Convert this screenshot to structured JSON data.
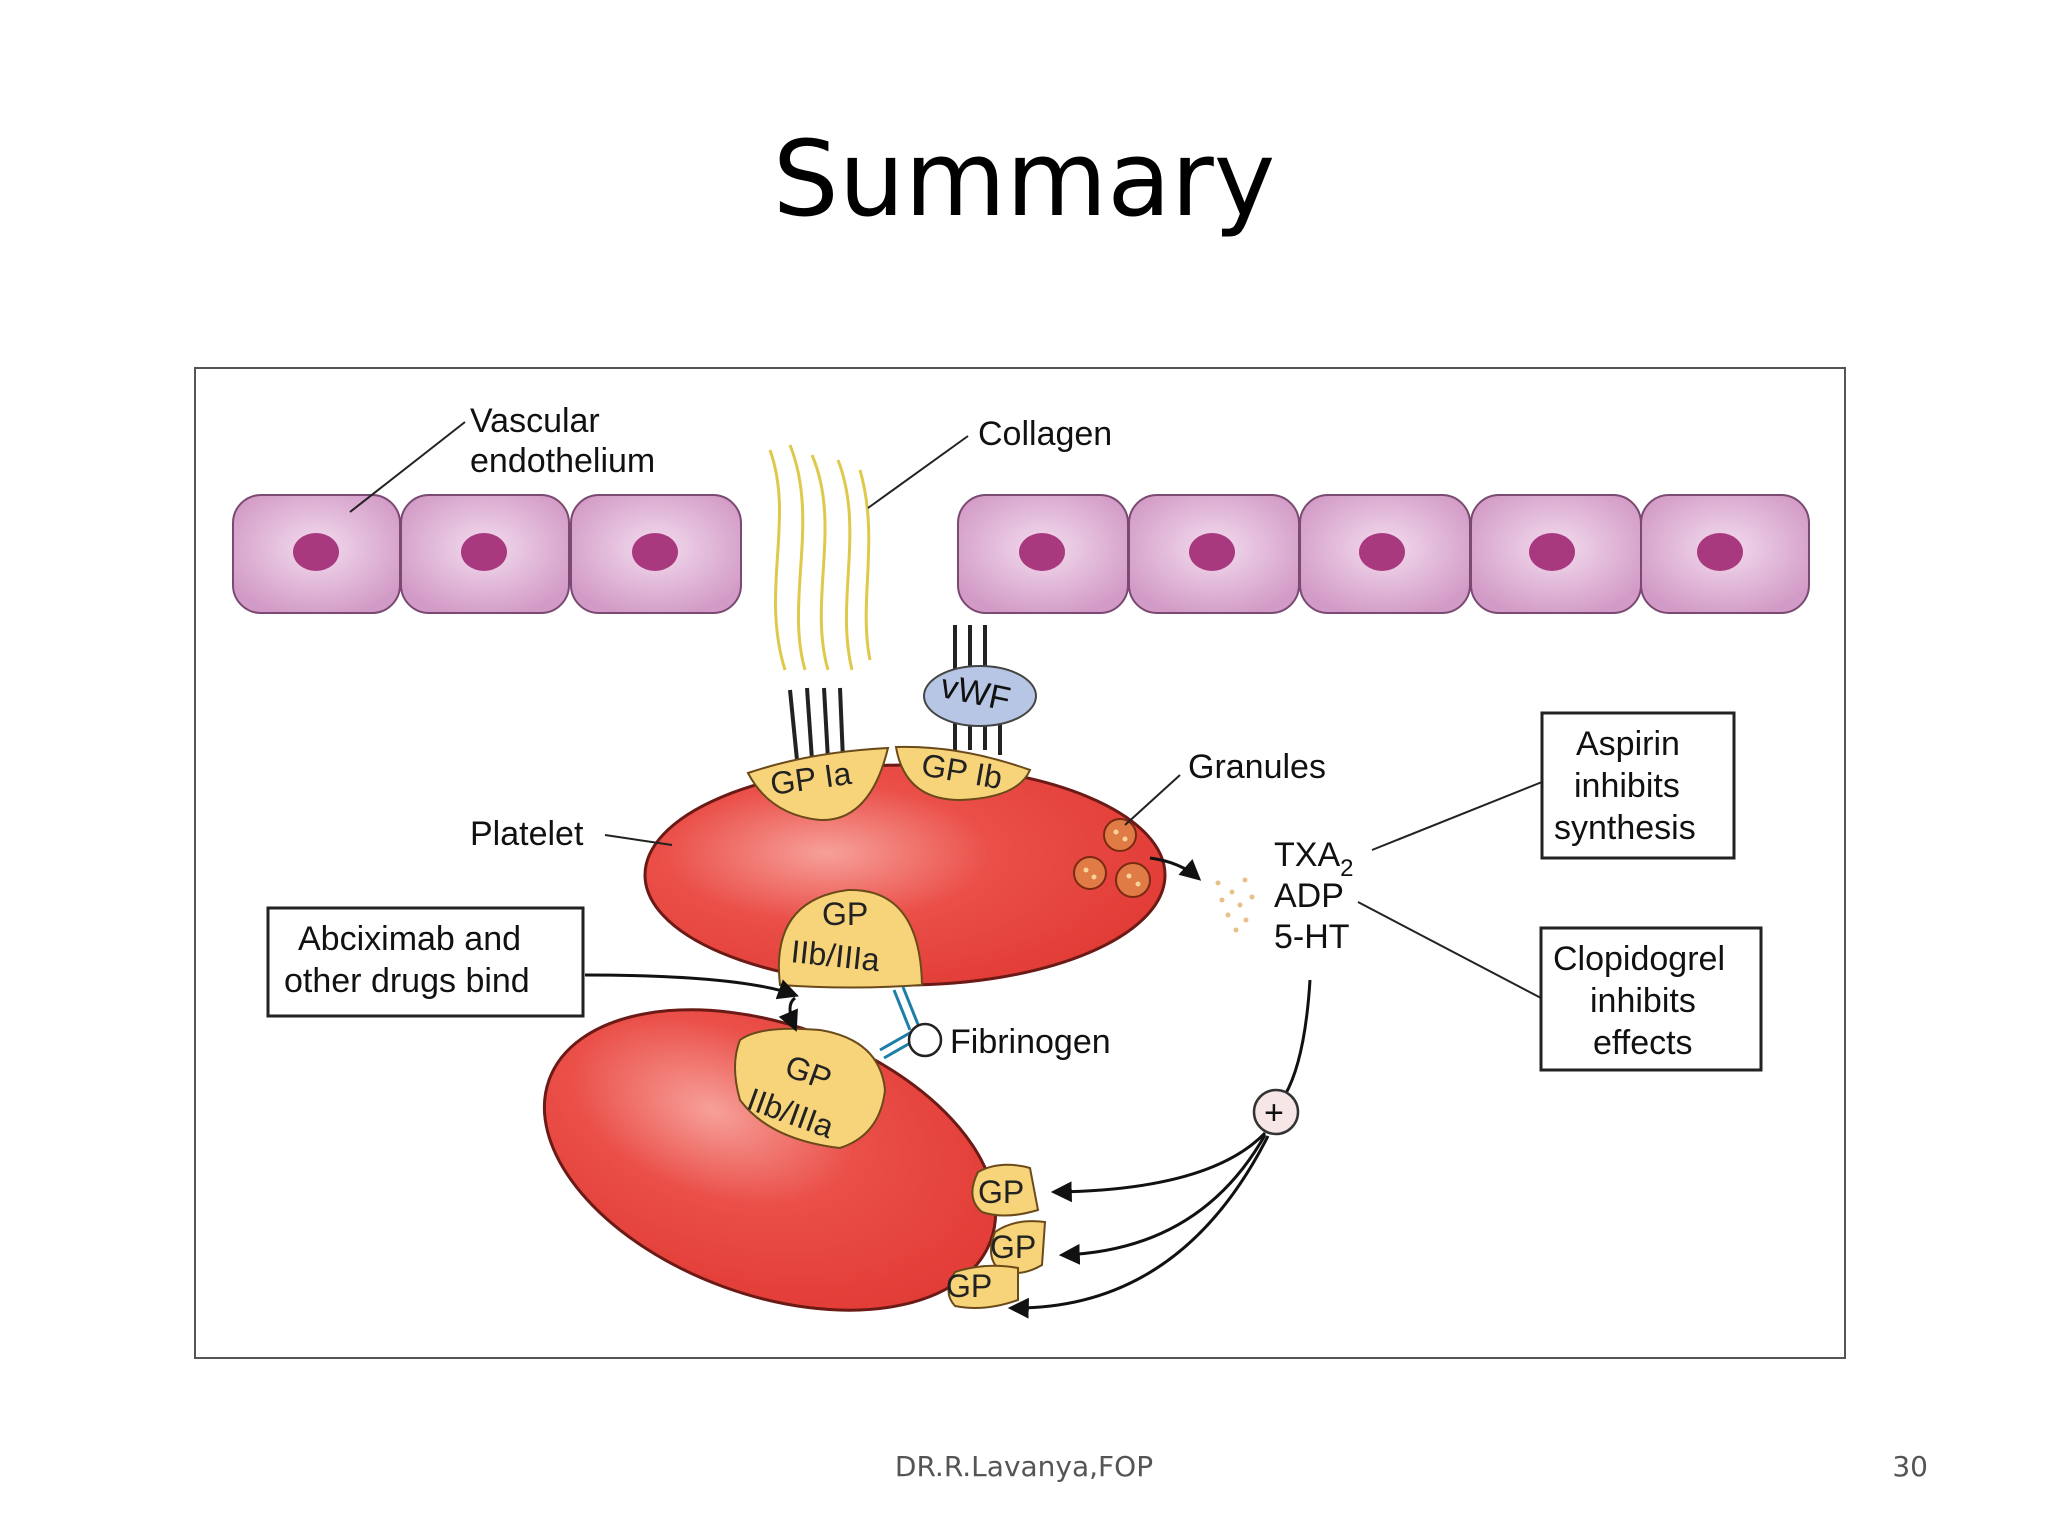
{
  "slide": {
    "title": "Summary",
    "footer": "DR.R.Lavanya,FOP",
    "page_number": "30"
  },
  "diagram": {
    "labels": {
      "vascular_1": "Vascular",
      "vascular_2": "endothelium",
      "collagen": "Collagen",
      "vwf": "vWF",
      "gp_ia": "GP Ia",
      "gp_ib": "GP Ib",
      "granules": "Granules",
      "platelet": "Platelet",
      "gp": "GP",
      "iib_iiia": "IIb/IIIa",
      "fibrinogen": "Fibrinogen",
      "txa": "TXA",
      "txa_sub": "2",
      "adp": "ADP",
      "ht": "5-HT",
      "plus": "+",
      "gp_small_1": "GP",
      "gp_small_2": "GP",
      "gp_small_3": "GP"
    },
    "boxes": {
      "abciximab_1": "Abciximab and",
      "abciximab_2": "other drugs bind",
      "aspirin_1": "Aspirin",
      "aspirin_2": "inhibits",
      "aspirin_3": "synthesis",
      "clopidogrel_1": "Clopidogrel",
      "clopidogrel_2": "inhibits",
      "clopidogrel_3": "effects"
    },
    "colors": {
      "cell_fill": "#d9a6cf",
      "nucleus": "#a8397e",
      "platelet": "#e8423e",
      "receptor": "#f7d37a",
      "vwf": "#b8c6e6",
      "collagen": "#e0c84a",
      "fibrinogen": "#1f7ea8"
    }
  }
}
